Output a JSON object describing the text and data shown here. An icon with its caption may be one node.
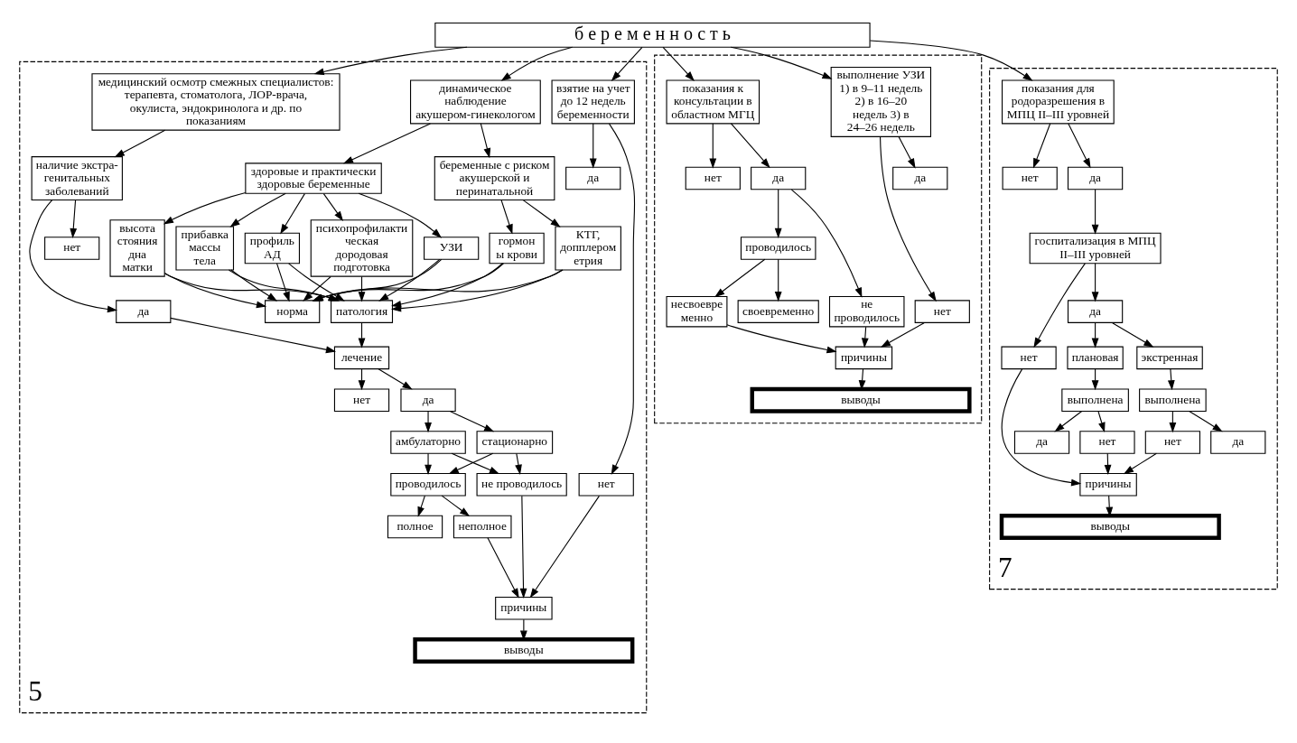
{
  "diagram": {
    "nodes": [
      {
        "text": [
          "б е р е м е н н о с т ь"
        ]
      },
      {
        "text": [
          "5"
        ]
      },
      {
        "text": [
          "взятие на учет до 12 недель беременности"
        ],
        "in": 1
      },
      {
        "text": [
          "динамическое  наблюдение акушером-гинекологом"
        ],
        "in": 1
      },
      {
        "text": [
          "медицинский осмотр смежных специалистов: терапевта, стоматолога, ЛОР-врача, окулиста, эндокринолога и др. по показаниям"
        ],
        "in": 1
      },
      {
        "text": [
          "здоровые и практически здоровые беременные"
        ],
        "in": 1
      },
      {
        "text": [
          "беременные с риском акушерской и перинатальной"
        ],
        "in": 1
      },
      {
        "text": [
          "наличие экстра- генитальных заболеваний"
        ],
        "in": 1
      },
      {
        "text": [
          "высота стояния дна матки"
        ],
        "in": 1
      },
      {
        "text": [
          "прибавка массы тела"
        ],
        "in": 1
      },
      {
        "text": [
          "профиль АД"
        ],
        "in": 1
      },
      {
        "text": [
          "психопрофилакти ческая дородовая подготовка"
        ],
        "in": 1
      },
      {
        "text": [
          "УЗИ"
        ],
        "in": 1
      },
      {
        "text": [
          "КТГ, допплером етрия"
        ],
        "in": 1
      },
      {
        "text": [
          "гормон ы крови"
        ],
        "in": 1
      },
      {
        "text": [
          "да"
        ],
        "in": 1
      },
      {
        "text": [
          "норма"
        ],
        "in": 1
      },
      {
        "text": [
          "патология"
        ],
        "in": 1
      },
      {
        "text": [
          "да"
        ],
        "in": 1
      },
      {
        "text": [
          "нет"
        ],
        "in": 1
      },
      {
        "text": [
          "нет"
        ],
        "in": 1
      },
      {
        "text": [
          "лечение"
        ],
        "in": 1
      },
      {
        "text": [
          "нет"
        ],
        "in": 1
      },
      {
        "text": [
          "да"
        ],
        "in": 1
      },
      {
        "text": [
          "амбулаторно"
        ],
        "in": 1
      },
      {
        "text": [
          "стационарно"
        ],
        "in": 1
      },
      {
        "text": [
          "полное"
        ],
        "in": 1
      },
      {
        "text": [
          "неполное"
        ],
        "in": 1
      },
      {
        "text": [
          "проводилось"
        ],
        "in": 1
      },
      {
        "text": [
          "не проводилось"
        ],
        "in": 1
      },
      {
        "text": [
          "причины"
        ],
        "in": 1
      },
      {
        "text": [
          "выводы"
        ],
        "in": 1
      },
      {
        "text": [],
        "shape": "box"
      },
      {
        "text": [
          "выполнение УЗИ 1) в 9–11 недель 2) в 16–20 недель 3) в 24–26 недель"
        ],
        "in": 32
      },
      {
        "text": [
          "показания к консультации в областном МГЦ"
        ],
        "in": 32
      },
      {
        "text": [
          "нет"
        ],
        "in": 32
      },
      {
        "text": [
          "да"
        ],
        "in": 32
      },
      {
        "text": [
          "нет"
        ],
        "in": 32
      },
      {
        "text": [
          "да"
        ],
        "in": 32
      },
      {
        "text": [
          "проводилось"
        ],
        "in": 32
      },
      {
        "text": [
          "не проводилось"
        ],
        "in": 32
      },
      {
        "text": [
          "своевременно"
        ],
        "in": 32
      },
      {
        "text": [
          "несвоевре менно"
        ],
        "in": 32
      },
      {
        "text": [
          "причины"
        ],
        "in": 32
      },
      {
        "text": [
          "выводы"
        ],
        "in": 32
      },
      {
        "text": [
          "7"
        ]
      },
      {
        "text": [
          "показания для родоразрешения в МПЦ II–III уровней"
        ],
        "in": 45
      },
      {
        "text": [
          "нет"
        ],
        "in": 45
      },
      {
        "text": [
          "да"
        ],
        "in": 45
      },
      {
        "text": [
          "госпитализация в МПЦ II–III уровней"
        ],
        "in": 45
      },
      {
        "text": [
          "нет"
        ],
        "in": 45
      },
      {
        "text": [
          "да"
        ],
        "in": 45
      },
      {
        "text": [
          "плановая"
        ],
        "in": 45
      },
      {
        "text": [
          "экстренная"
        ],
        "in": 45
      },
      {
        "text": [
          "выполнена"
        ],
        "in": 45
      },
      {
        "text": [
          "выполнена"
        ],
        "in": 45
      },
      {
        "text": [
          "да"
        ],
        "in": 45
      },
      {
        "text": [
          "нет"
        ],
        "in": 45
      },
      {
        "text": [
          "да"
        ],
        "in": 45
      },
      {
        "text": [
          "нет"
        ],
        "in": 45
      },
      {
        "text": [
          "причины"
        ],
        "in": 45
      },
      {
        "text": [
          "выводы"
        ],
        "in": 45
      }
    ],
    "edges": [
      {
        "from": 0,
        "to": 2,
        "arrow": "to"
      },
      {
        "from": 0,
        "to": 3,
        "arrow": "to"
      },
      {
        "from": 0,
        "to": 4,
        "arrow": "to"
      },
      {
        "from": 0,
        "to": 33,
        "arrow": "to"
      },
      {
        "from": 0,
        "to": 34,
        "arrow": "to"
      },
      {
        "from": 0,
        "to": 46,
        "arrow": "to"
      },
      {
        "from": 2,
        "to": 15,
        "arrow": "to"
      },
      {
        "from": 2,
        "to": 19,
        "arrow": "to"
      },
      {
        "from": 3,
        "to": 5,
        "arrow": "to"
      },
      {
        "from": 3,
        "to": 6,
        "arrow": "to"
      },
      {
        "from": 4,
        "to": 7,
        "arrow": "to"
      },
      {
        "from": 5,
        "to": 8,
        "arrow": "to"
      },
      {
        "from": 5,
        "to": 9,
        "arrow": "to"
      },
      {
        "from": 5,
        "to": 10,
        "arrow": "to"
      },
      {
        "from": 5,
        "to": 11,
        "arrow": "to"
      },
      {
        "from": 5,
        "to": 12,
        "arrow": "to"
      },
      {
        "from": 6,
        "to": 13,
        "arrow": "to"
      },
      {
        "from": 6,
        "to": 14,
        "arrow": "to"
      },
      {
        "from": 8,
        "to": 16,
        "arrow": "to"
      },
      {
        "from": 8,
        "to": 17,
        "arrow": "to"
      },
      {
        "from": 9,
        "to": 16,
        "arrow": "to"
      },
      {
        "from": 9,
        "to": 17,
        "arrow": "to"
      },
      {
        "from": 10,
        "to": 16,
        "arrow": "to"
      },
      {
        "from": 10,
        "to": 17,
        "arrow": "to"
      },
      {
        "from": 11,
        "to": 16,
        "arrow": "to"
      },
      {
        "from": 11,
        "to": 17,
        "arrow": "to"
      },
      {
        "from": 12,
        "to": 16,
        "arrow": "to"
      },
      {
        "from": 12,
        "to": 17,
        "arrow": "to"
      },
      {
        "from": 13,
        "to": 16,
        "arrow": "to"
      },
      {
        "from": 13,
        "to": 17,
        "arrow": "to"
      },
      {
        "from": 14,
        "to": 16,
        "arrow": "to"
      },
      {
        "from": 14,
        "to": 17,
        "arrow": "to"
      },
      {
        "from": 7,
        "to": 18,
        "arrow": "to"
      },
      {
        "from": 7,
        "to": 20,
        "arrow": "to"
      },
      {
        "from": 17,
        "to": 21,
        "arrow": "to"
      },
      {
        "from": 18,
        "to": 21,
        "arrow": "to"
      },
      {
        "from": 21,
        "to": 22,
        "arrow": "to"
      },
      {
        "from": 21,
        "to": 23,
        "arrow": "to"
      },
      {
        "from": 23,
        "to": 24,
        "arrow": "to"
      },
      {
        "from": 23,
        "to": 25,
        "arrow": "to"
      },
      {
        "from": 24,
        "to": 28,
        "arrow": "to"
      },
      {
        "from": 24,
        "to": 29,
        "arrow": "to"
      },
      {
        "from": 25,
        "to": 28,
        "arrow": "to"
      },
      {
        "from": 25,
        "to": 29,
        "arrow": "to"
      },
      {
        "from": 28,
        "to": 26,
        "arrow": "to"
      },
      {
        "from": 28,
        "to": 27,
        "arrow": "to"
      },
      {
        "from": 27,
        "to": 30,
        "arrow": "to"
      },
      {
        "from": 29,
        "to": 30,
        "arrow": "to"
      },
      {
        "from": 19,
        "to": 30,
        "arrow": "to"
      },
      {
        "from": 30,
        "to": 31,
        "arrow": "to"
      },
      {
        "from": 33,
        "to": 35,
        "arrow": "to"
      },
      {
        "from": 33,
        "to": 36,
        "arrow": "to"
      },
      {
        "from": 34,
        "to": 37,
        "arrow": "to"
      },
      {
        "from": 34,
        "to": 38,
        "arrow": "to"
      },
      {
        "from": 38,
        "to": 39,
        "arrow": "to"
      },
      {
        "from": 38,
        "to": 40,
        "arrow": "to"
      },
      {
        "from": 39,
        "to": 41,
        "arrow": "to"
      },
      {
        "from": 39,
        "to": 42,
        "arrow": "to"
      },
      {
        "from": 35,
        "to": 43,
        "arrow": "to"
      },
      {
        "from": 42,
        "to": 43,
        "arrow": "to"
      },
      {
        "from": 40,
        "to": 43,
        "arrow": "to"
      },
      {
        "from": 43,
        "to": 44,
        "arrow": "to"
      },
      {
        "from": 46,
        "to": 47,
        "arrow": "to"
      },
      {
        "from": 46,
        "to": 48,
        "arrow": "to"
      },
      {
        "from": 48,
        "to": 49,
        "arrow": "to"
      },
      {
        "from": 49,
        "to": 50,
        "arrow": "to"
      },
      {
        "from": 49,
        "to": 51,
        "arrow": "to"
      },
      {
        "from": 51,
        "to": 52,
        "arrow": "to"
      },
      {
        "from": 51,
        "to": 53,
        "arrow": "to"
      },
      {
        "from": 52,
        "to": 54,
        "arrow": "to"
      },
      {
        "from": 53,
        "to": 55,
        "arrow": "to"
      },
      {
        "from": 54,
        "to": 56,
        "arrow": "to"
      },
      {
        "from": 54,
        "to": 57,
        "arrow": "to"
      },
      {
        "from": 55,
        "to": 58,
        "arrow": "to"
      },
      {
        "from": 55,
        "to": 59,
        "arrow": "to"
      },
      {
        "from": 57,
        "to": 60,
        "arrow": "to"
      },
      {
        "from": 59,
        "to": 60,
        "arrow": "to"
      },
      {
        "from": 50,
        "to": 60,
        "arrow": "to"
      },
      {
        "from": 60,
        "to": 61,
        "arrow": "to"
      }
    ]
  }
}
